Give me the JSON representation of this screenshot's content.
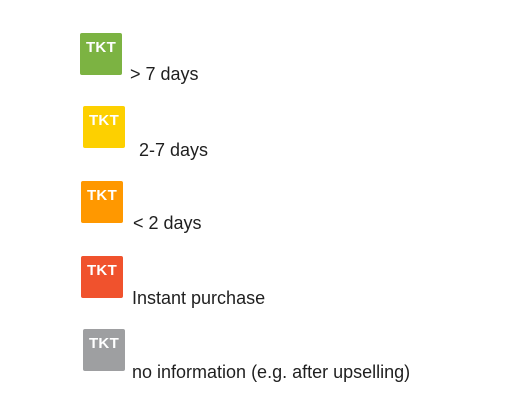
{
  "legend": {
    "items": [
      {
        "badge_text": "TKT",
        "label": "> 7 days",
        "color": "#7cb342"
      },
      {
        "badge_text": "TKT",
        "label": "2-7 days",
        "color": "#fdd000"
      },
      {
        "badge_text": "TKT",
        "label": "< 2 days",
        "color": "#ff9800"
      },
      {
        "badge_text": "TKT",
        "label": "Instant purchase",
        "color": "#f0522d"
      },
      {
        "badge_text": "TKT",
        "label": "no information (e.g. after upselling)",
        "color": "#9e9fa1"
      }
    ]
  }
}
